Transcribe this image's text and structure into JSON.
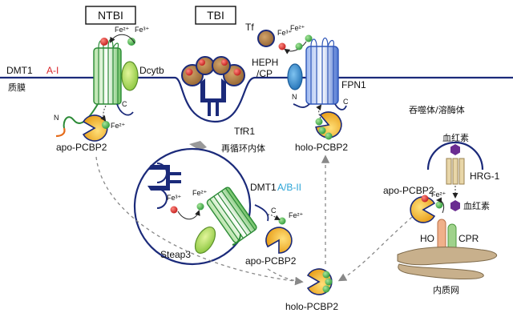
{
  "labels": {
    "ntbi": "NTBI",
    "tbi": "TBI",
    "tf": "Tf",
    "fe2": "Fe²⁺",
    "fe3": "Fe³⁺",
    "dmt1_top_prefix": "DMT1",
    "dmt1_top_suffix": "A-I",
    "dcytb": "Dcytb",
    "membrane": "质膜",
    "tfr1": "TfR1",
    "heph": "HEPH",
    "cp": "/CP",
    "fpn1": "FPN1",
    "n": "N",
    "c": "C",
    "apo_pcbp2_top": "apo-PCBP2",
    "holo_pcbp2_top": "holo-PCBP2",
    "recycling_endosome": "再循环内体",
    "dmt1_mid_prefix": "DMT1",
    "dmt1_mid_suffix": "A/B-II",
    "steap3": "Steap3",
    "apo_pcbp2_mid": "apo-PCBP2",
    "holo_pcbp2_bottom": "holo-PCBP2",
    "lysosome": "吞噬体/溶酶体",
    "heme_in": "血红素",
    "hrg1": "HRG-1",
    "heme_out": "血红素",
    "apo_pcbp2_right": "apo-PCBP2",
    "ho": "HO",
    "cpr": "CPR",
    "er": "内质网"
  },
  "colors": {
    "line": "#1b2a7a",
    "dmt1_green": "#3da64a",
    "dmt1_red": "#d9262b",
    "dmt1_blue": "#29a3d6",
    "iron_red": "#d9262b",
    "iron_green": "#4cb848",
    "tf_brown": "#a6753e",
    "pcbp_yellow": "#f5b526",
    "fpn_blue": "#3f6bcf",
    "heph_blue": "#2684c6",
    "heme_purple": "#6a2c91",
    "er_tan": "#b59b7a",
    "hrg_tan": "#e8d6a8"
  }
}
